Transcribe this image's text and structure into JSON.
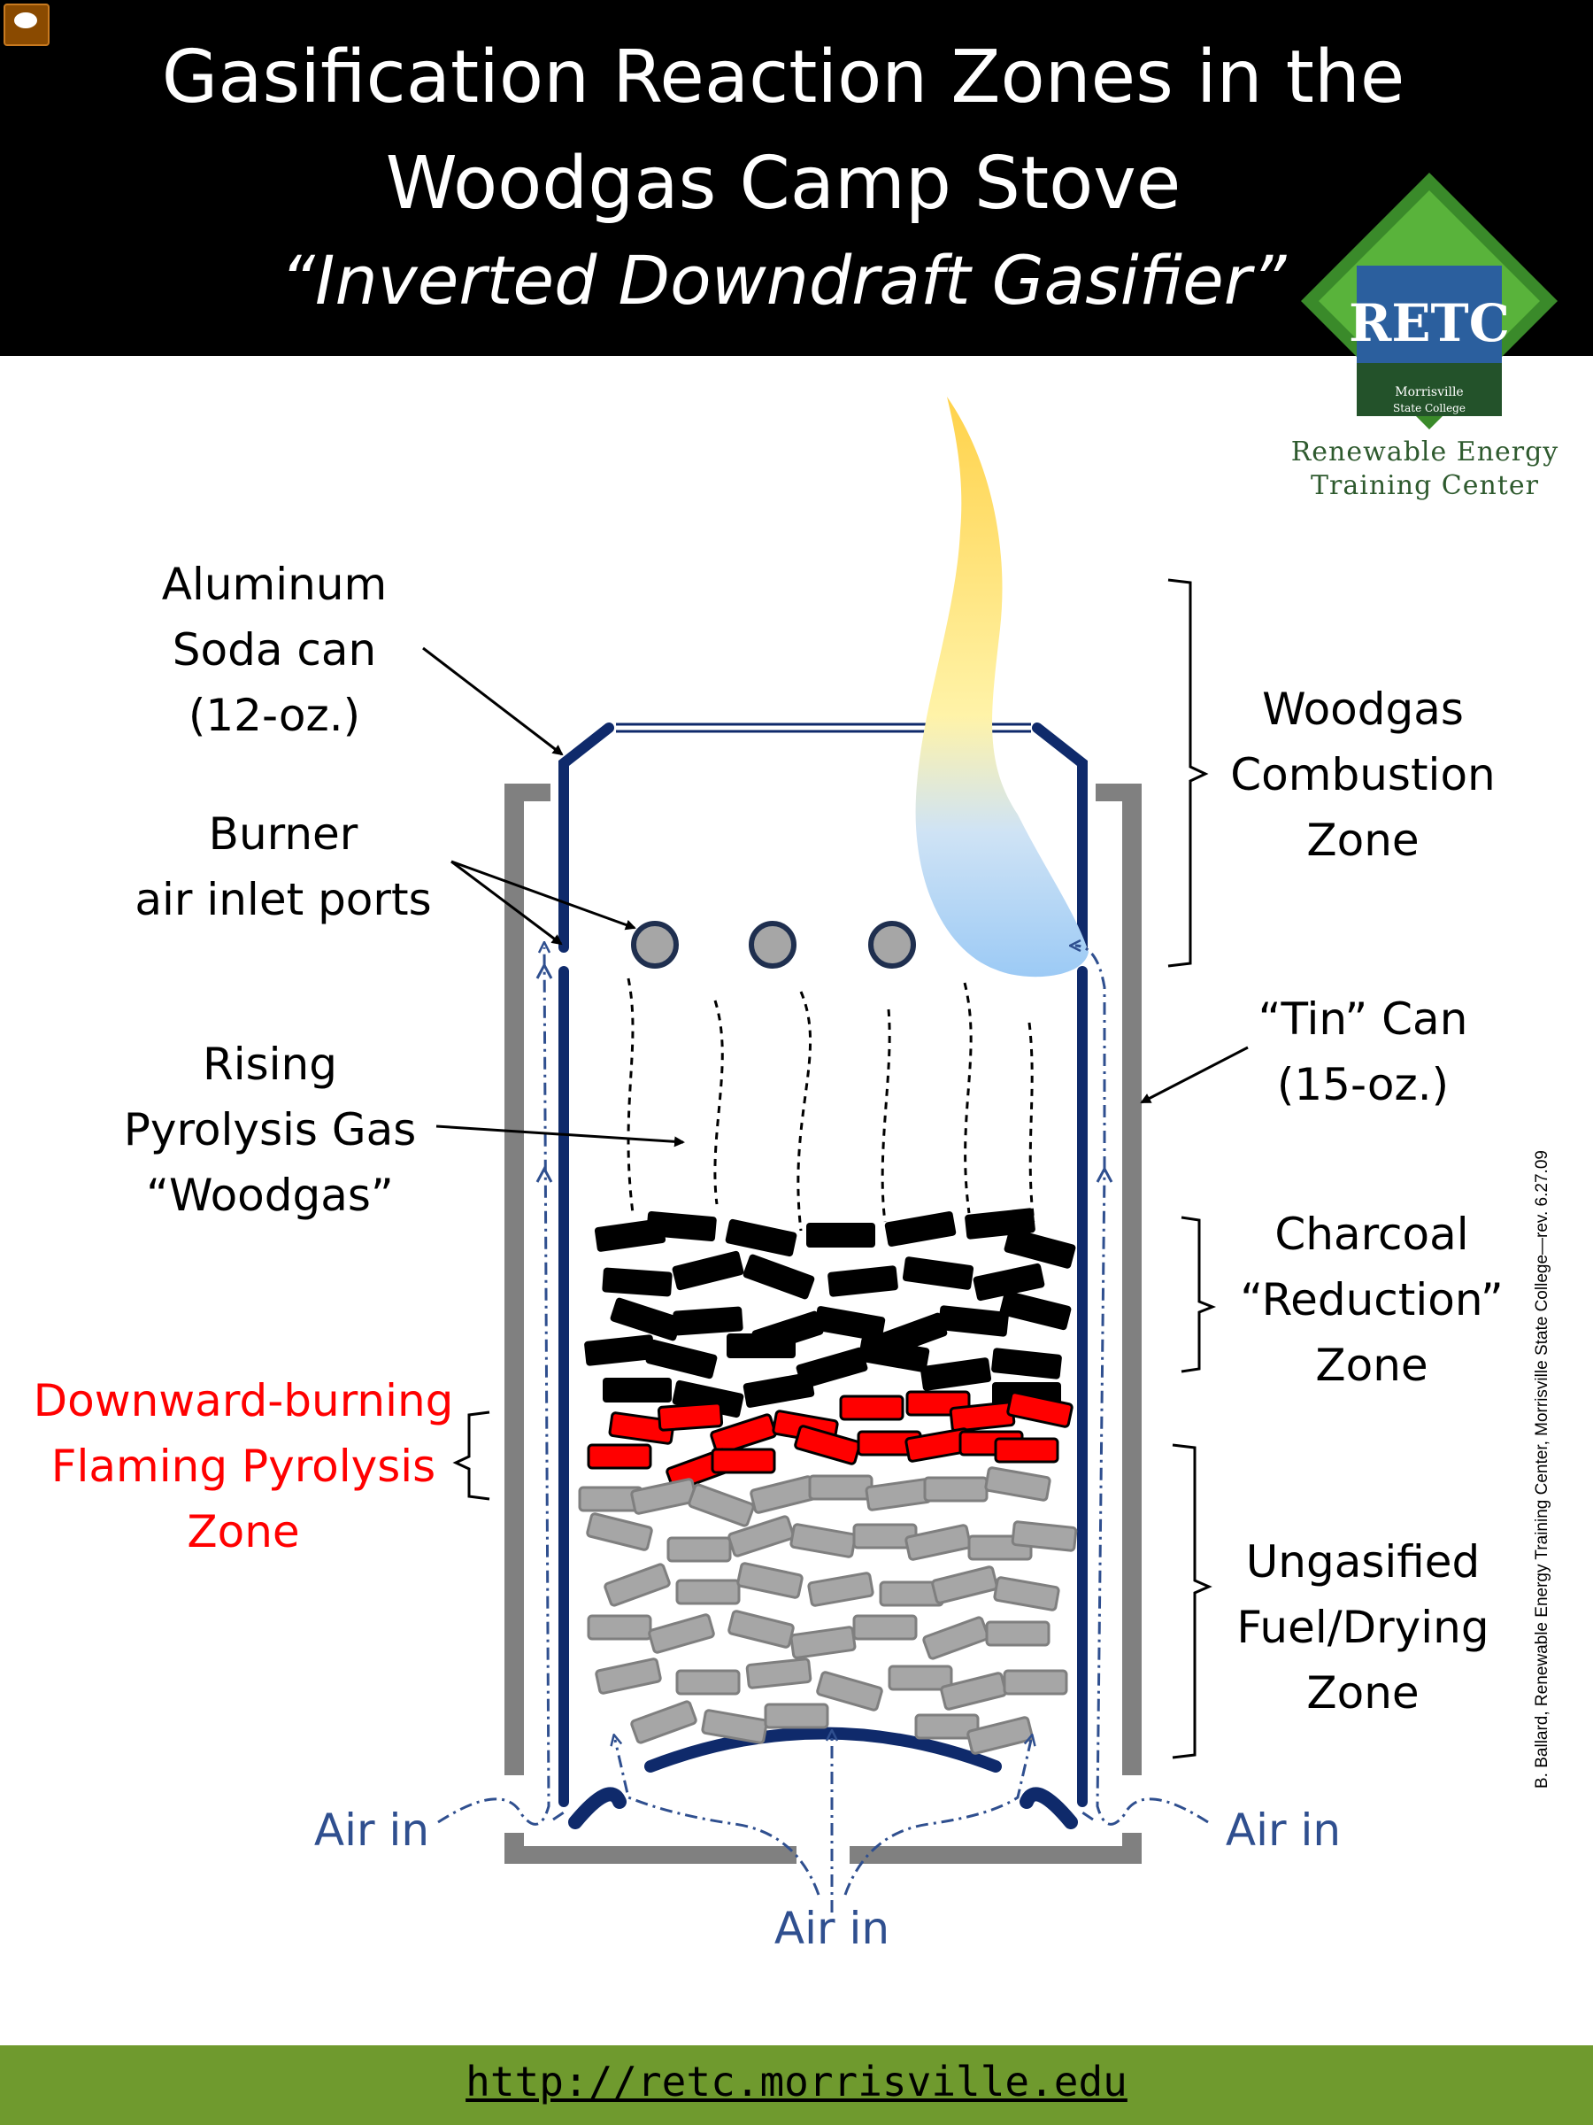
{
  "header": {
    "title_line1": "Gasification Reaction Zones in the",
    "title_line2": "Woodgas Camp Stove",
    "subtitle": "“Inverted Downdraft Gasifier”"
  },
  "logo": {
    "badge_text": "RETC",
    "college_line1": "Morrisville",
    "college_line2": "State College",
    "org_line1": "Renewable Energy",
    "org_line2": "Training Center"
  },
  "labels": {
    "soda_can": [
      "Aluminum",
      "Soda can",
      "(12-oz.)"
    ],
    "burner_ports": [
      "Burner",
      "air inlet ports"
    ],
    "rising_gas": [
      "Rising",
      "Pyrolysis Gas",
      "“Woodgas”"
    ],
    "flaming_zone": [
      "Downward-burning",
      "Flaming Pyrolysis",
      "Zone"
    ],
    "combustion_zone": [
      "Woodgas",
      "Combustion",
      "Zone"
    ],
    "tin_can": [
      "“Tin” Can",
      "(15-oz.)"
    ],
    "charcoal_zone": [
      "Charcoal",
      "“Reduction”",
      "Zone"
    ],
    "fuel_zone": [
      "Ungasified",
      "Fuel/Drying",
      "Zone"
    ],
    "air_in_left": "Air in",
    "air_in_right": "Air in",
    "air_in_bottom": "Air in"
  },
  "credit": "B. Ballard, Renewable Energy Training Center, Morrisville State College—rev. 6.27.09",
  "footer": {
    "url": "http://retc.morrisville.edu"
  },
  "colors": {
    "header_bg": "#000000",
    "footer_bg": "#6f9a2e",
    "soda_can": "#0f2a6b",
    "tin_can": "#808080",
    "charcoal": "#000000",
    "flaming_fuel": "#ff0000",
    "unburned_fuel": "#a6a6a6",
    "air_arrows": "#2f4f8f",
    "label_red": "#ff0000"
  }
}
